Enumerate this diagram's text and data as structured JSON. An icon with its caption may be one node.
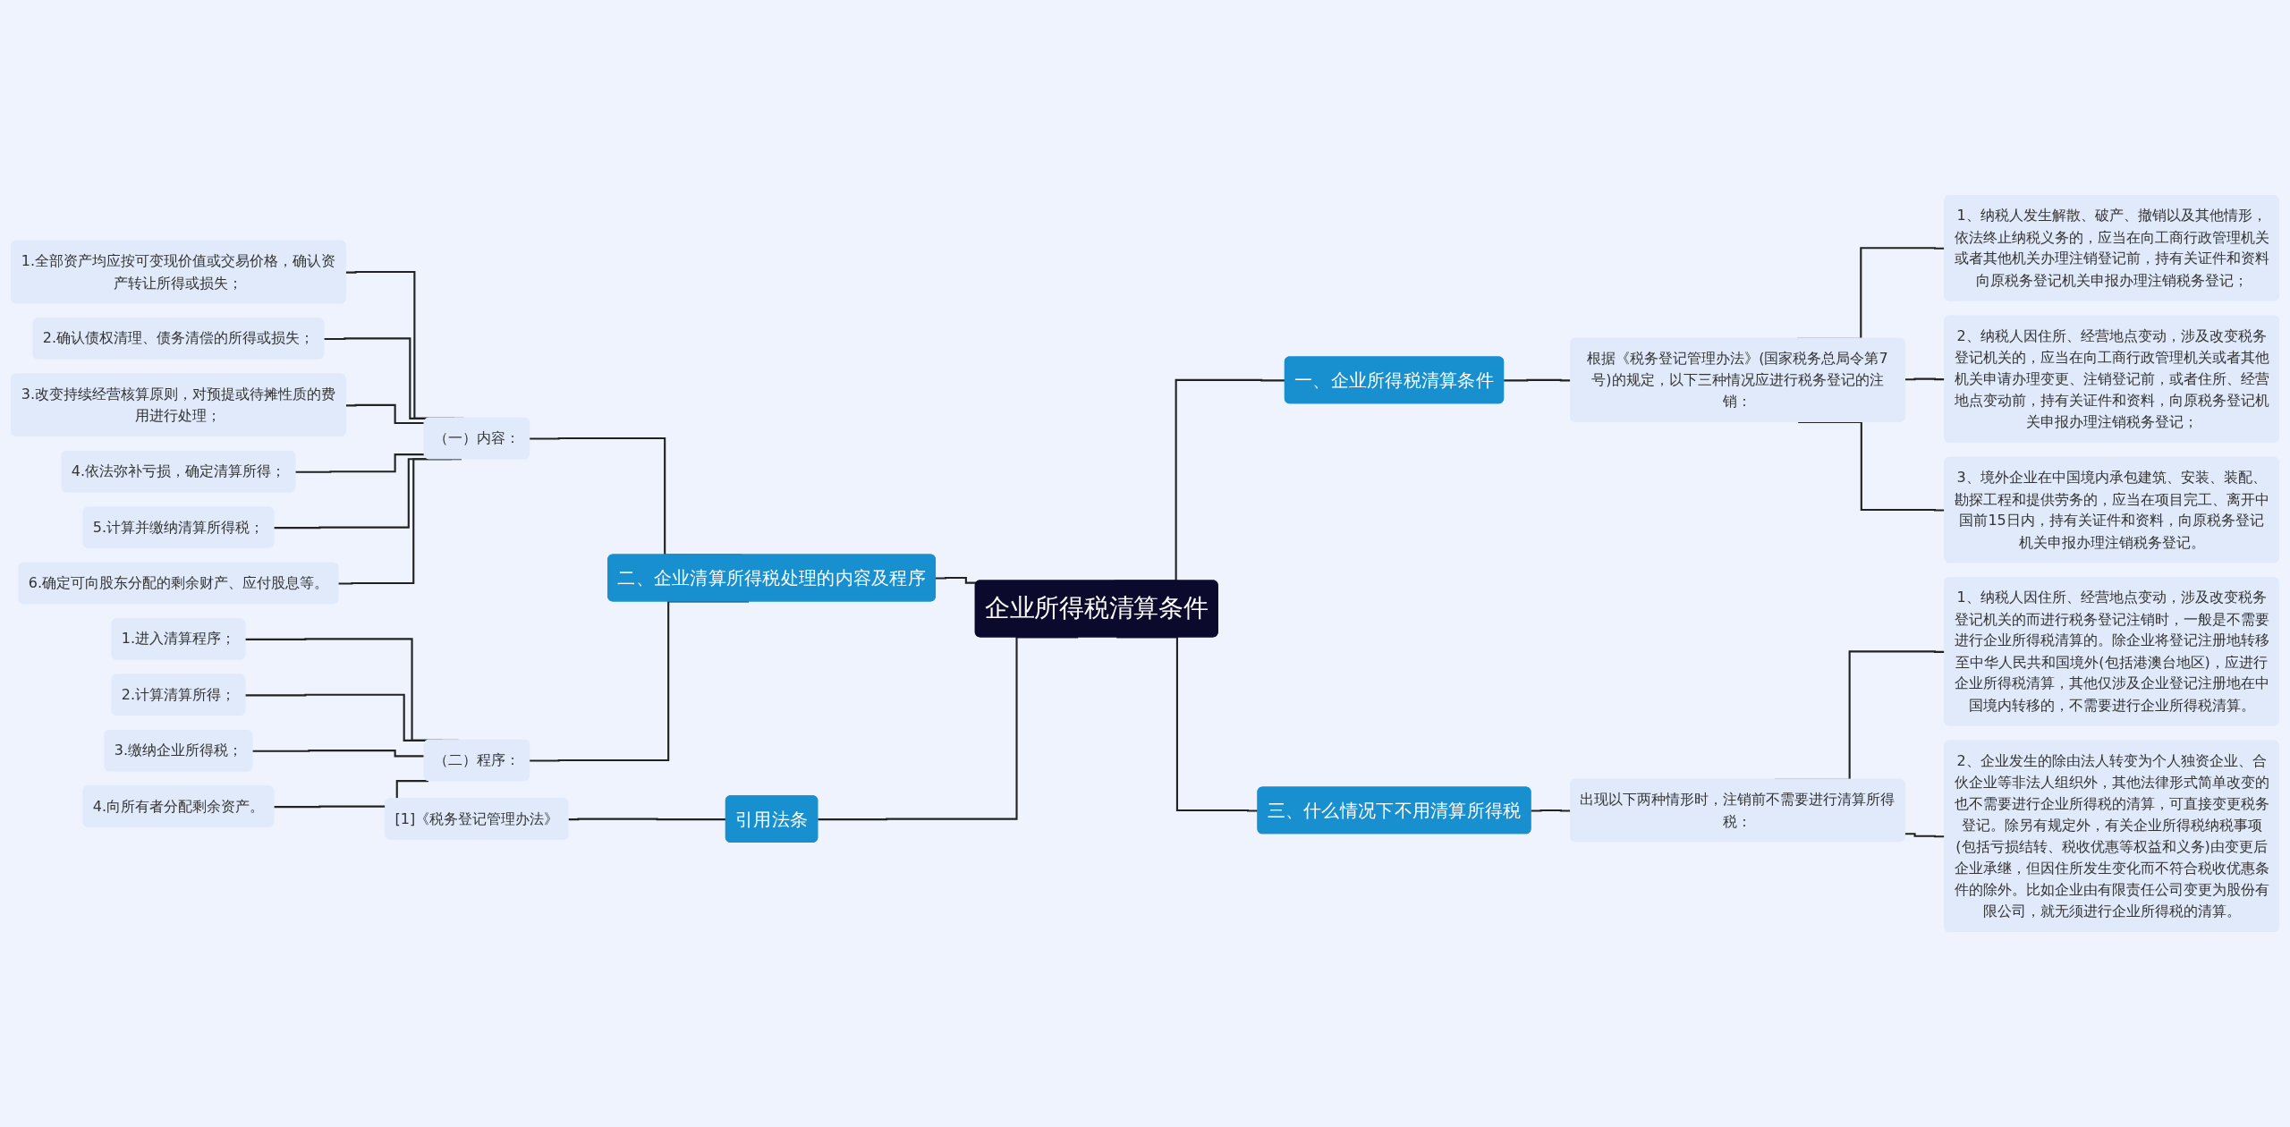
{
  "diagram": {
    "nodes": [
      {
        "text": [
          "企业所得税清算条件"
        ]
      },
      {
        "text": [
          "一、企业所得税清算条件"
        ]
      },
      {
        "text": [
          "根据《税务登记管理办法》(国家税务总局令第7号)的规定，以下三种情况应进行税务登记的注销："
        ]
      },
      {
        "text": [
          "1、纳税人发生解散、破产、撤销以及其他情形，依法终止纳税义务的，应当在向工商行政管理机关或者其他机关办理注销登记前，持有关证件和资料向原税务登记机关申报办理注销税务登记；"
        ]
      },
      {
        "text": [
          "2、纳税人因住所、经营地点变动，涉及改变税务登记机关的，应当在向工商行政管理机关或者其他机关申请办理变更、注销登记前，或者住所、经营地点变动前，持有关证件和资料，向原税务登记机关申报办理注销税务登记；"
        ]
      },
      {
        "text": [
          "3、境外企业在中国境内承包建筑、安装、装配、勘探工程和提供劳务的，应当在项目完工、离开中国前15日内，持有关证件和资料，向原税务登记机关申报办理注销税务登记。"
        ]
      },
      {
        "text": [
          "二、企业清算所得税处理的内容及程序"
        ]
      },
      {
        "text": [
          "（一）内容："
        ]
      },
      {
        "text": [
          "1.全部资产均应按可变现价值或交易价格，确认资产转让所得或损失；"
        ]
      },
      {
        "text": [
          "2.确认债权清理、债务清偿的所得或损失；"
        ]
      },
      {
        "text": [
          "3.改变持续经营核算原则，对预提或待摊性质的费用进行处理；"
        ]
      },
      {
        "text": [
          "4.依法弥补亏损，确定清算所得；"
        ]
      },
      {
        "text": [
          "5.计算并缴纳清算所得税；"
        ]
      },
      {
        "text": [
          "6.确定可向股东分配的剩余财产、应付股息等。"
        ]
      },
      {
        "text": [
          "（二）程序："
        ]
      },
      {
        "text": [
          "1.进入清算程序；"
        ]
      },
      {
        "text": [
          "2.计算清算所得；"
        ]
      },
      {
        "text": [
          "3.缴纳企业所得税；"
        ]
      },
      {
        "text": [
          "4.向所有者分配剩余资产。"
        ]
      },
      {
        "text": [
          "三、什么情况下不用清算所得税"
        ]
      },
      {
        "text": [
          "出现以下两种情形时，注销前不需要进行清算所得税："
        ]
      },
      {
        "text": [
          "1、纳税人因住所、经营地点变动，涉及改变税务登记机关的而进行税务登记注销时，一般是不需要进行企业所得税清算的。除企业将登记注册地转移至中华人民共和国境外(包括港澳台地区)，应进行企业所得税清算，其他仅涉及企业登记注册地在中国境内转移的，不需要进行企业所得税清算。"
        ]
      },
      {
        "text": [
          "2、企业发生的除由法人转变为个人独资企业、合伙企业等非法人组织外，其他法律形式简单改变的也不需要进行企业所得税的清算，可直接变更税务登记。除另有规定外，有关企业所得税纳税事项(包括亏损结转、税收优惠等权益和义务)由变更后企业承继，但因住所发生变化而不符合税收优惠条件的除外。比如企业由有限责任公司变更为股份有限公司，就无须进行企业所得税的清算。"
        ]
      },
      {
        "text": [
          "引用法条"
        ]
      },
      {
        "text": [
          "[1]《税务登记管理办法》"
        ]
      }
    ],
    "edges": [
      {
        "from": 0,
        "to": 1,
        "arrow": "none"
      },
      {
        "from": 1,
        "to": 2,
        "arrow": "none"
      },
      {
        "from": 2,
        "to": 3,
        "arrow": "none"
      },
      {
        "from": 2,
        "to": 4,
        "arrow": "none"
      },
      {
        "from": 2,
        "to": 5,
        "arrow": "none"
      },
      {
        "from": 6,
        "to": 0,
        "arrow": "none"
      },
      {
        "from": 7,
        "to": 6,
        "arrow": "none"
      },
      {
        "from": 8,
        "to": 7,
        "arrow": "none"
      },
      {
        "from": 9,
        "to": 7,
        "arrow": "none"
      },
      {
        "from": 10,
        "to": 7,
        "arrow": "none"
      },
      {
        "from": 11,
        "to": 7,
        "arrow": "none"
      },
      {
        "from": 12,
        "to": 7,
        "arrow": "none"
      },
      {
        "from": 13,
        "to": 7,
        "arrow": "none"
      },
      {
        "from": 14,
        "to": 6,
        "arrow": "none"
      },
      {
        "from": 15,
        "to": 14,
        "arrow": "none"
      },
      {
        "from": 16,
        "to": 14,
        "arrow": "none"
      },
      {
        "from": 17,
        "to": 14,
        "arrow": "none"
      },
      {
        "from": 18,
        "to": 14,
        "arrow": "none"
      },
      {
        "from": 0,
        "to": 19,
        "arrow": "none"
      },
      {
        "from": 19,
        "to": 20,
        "arrow": "none"
      },
      {
        "from": 20,
        "to": 21,
        "arrow": "none"
      },
      {
        "from": 20,
        "to": 22,
        "arrow": "none"
      },
      {
        "from": 23,
        "to": 0,
        "arrow": "none"
      },
      {
        "from": 24,
        "to": 23,
        "arrow": "none"
      }
    ]
  }
}
